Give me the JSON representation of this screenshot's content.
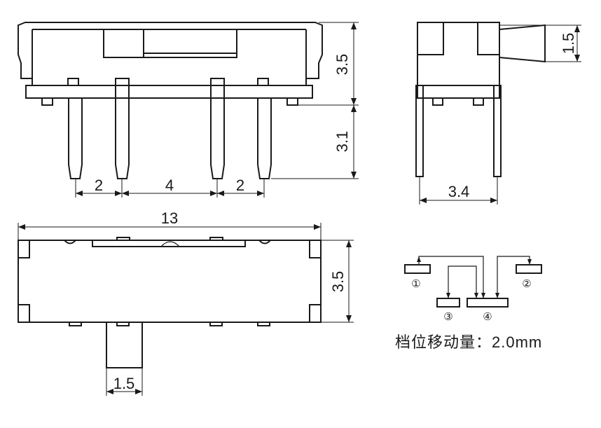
{
  "dimensions": {
    "front_body_height": "3.5",
    "front_pin_length": "3.1",
    "pitch_left": "2",
    "pitch_middle": "4",
    "pitch_right": "2",
    "side_actuator_height": "1.5",
    "side_width": "3.4",
    "top_length": "13",
    "top_height": "3.5",
    "actuator_width": "1.5"
  },
  "schematic": {
    "pin1": "①",
    "pin2": "②",
    "pin3": "③",
    "pin4": "④"
  },
  "caption": "档位移动量：2.0mm"
}
